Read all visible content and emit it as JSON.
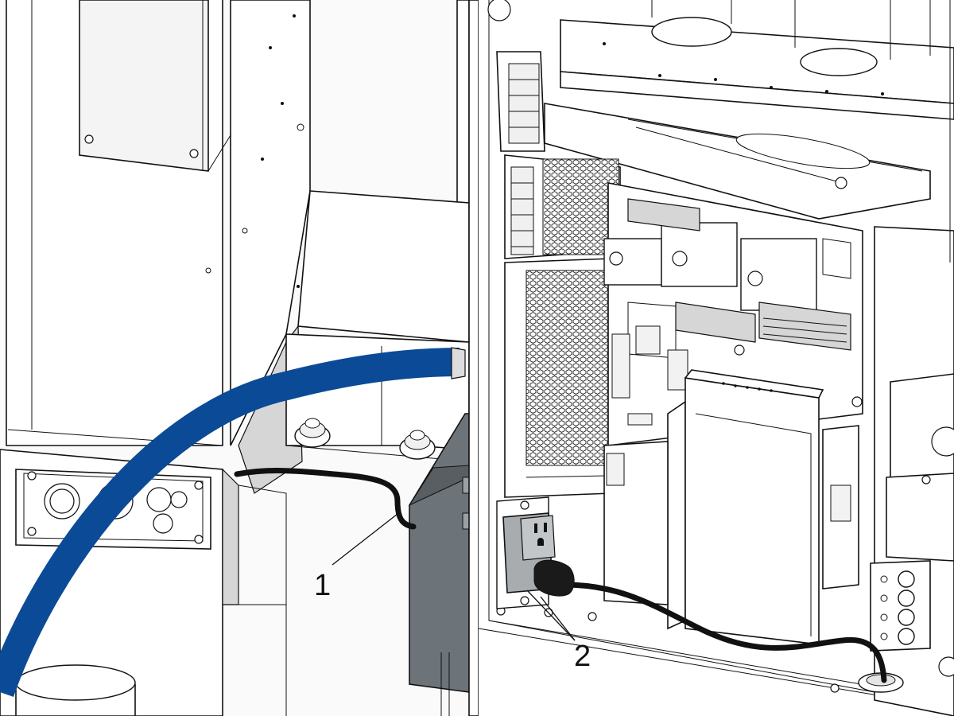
{
  "diagram": {
    "callouts": [
      {
        "id": "1",
        "label": "1"
      },
      {
        "id": "2",
        "label": "2"
      }
    ],
    "colors": {
      "hose": "#0b4a96",
      "cable": "#111111",
      "junction_box": "#6d7479",
      "outlet": "#a8acae",
      "line": "#111111",
      "panel_fill": "#f4f4f4",
      "shadow_fill": "#d6d6d6"
    }
  }
}
